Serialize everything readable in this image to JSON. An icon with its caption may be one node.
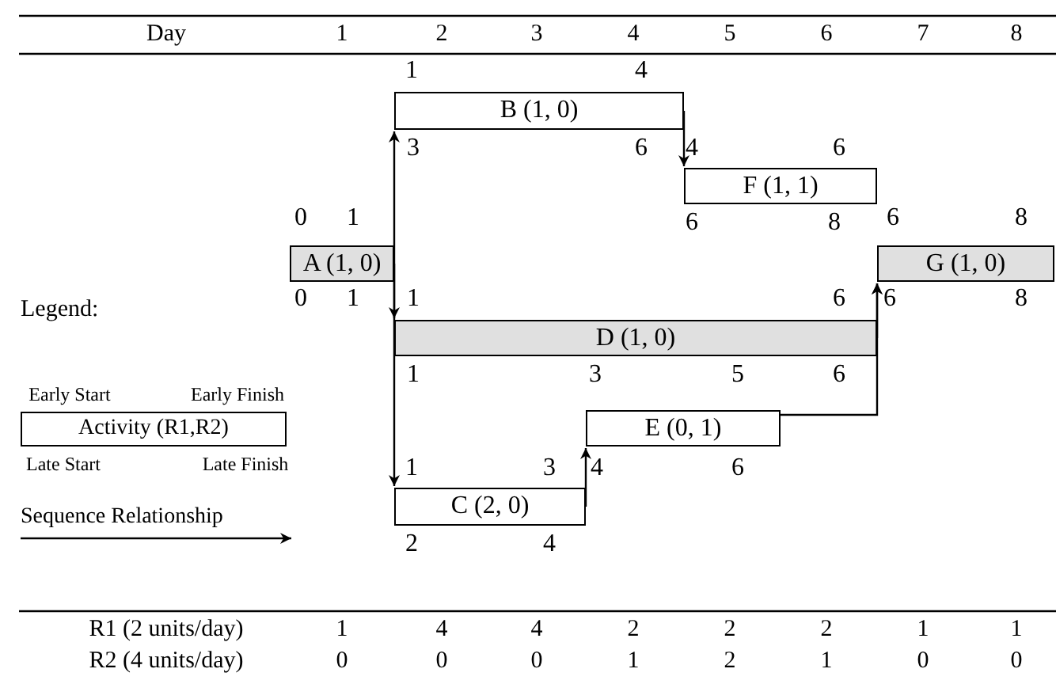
{
  "diagram": {
    "nodes": [
      {
        "text": [
          "A (1, 0)"
        ],
        "beside": [
          "0",
          "1",
          "0",
          "1"
        ]
      },
      {
        "text": [
          "B (1, 0)"
        ],
        "beside": [
          "1",
          "4",
          "3",
          "6"
        ]
      },
      {
        "text": [
          "F (1, 1)"
        ],
        "beside": [
          "4",
          "6",
          "6",
          "8"
        ]
      },
      {
        "text": [
          "G (1, 0)"
        ],
        "beside": [
          "6",
          "8",
          "6",
          "8"
        ]
      },
      {
        "text": [
          "D (1, 0)"
        ],
        "beside": [
          "1",
          "6",
          "1",
          "3",
          "5",
          "6"
        ]
      },
      {
        "text": [
          "E (0, 1)"
        ],
        "beside": [
          "4",
          "6"
        ]
      },
      {
        "text": [
          "C (2, 0)"
        ],
        "beside": [
          "1",
          "3",
          "2",
          "4"
        ]
      },
      {
        "text": [
          "Activity (R1,R2)"
        ],
        "beside": [
          "Early Start",
          "Early Finish",
          "Late Start",
          "Late Finish"
        ]
      }
    ],
    "edges": [
      {
        "from": 0,
        "to": 1,
        "arrow": "to"
      },
      {
        "from": 0,
        "to": 4,
        "arrow": "to"
      },
      {
        "from": 0,
        "to": 6,
        "arrow": "to"
      },
      {
        "from": 1,
        "to": 2,
        "arrow": "to"
      },
      {
        "from": 6,
        "to": 5,
        "arrow": "to"
      },
      {
        "from": 4,
        "to": 3,
        "arrow": "to"
      },
      {
        "from": 5,
        "to": 3,
        "arrow": "to"
      }
    ],
    "labels": [
      "Day",
      "1",
      "2",
      "3",
      "4",
      "5",
      "6",
      "7",
      "8",
      "Legend:",
      "R1 (2 units/day)",
      "1",
      "4",
      "4",
      "2",
      "2",
      "2",
      "1",
      "1",
      "R2 (4 units/day)",
      "0",
      "0",
      "0",
      "1",
      "2",
      "1",
      "0",
      "0"
    ],
    "legend": [
      {
        "text": "Sequence Relationship"
      }
    ]
  }
}
